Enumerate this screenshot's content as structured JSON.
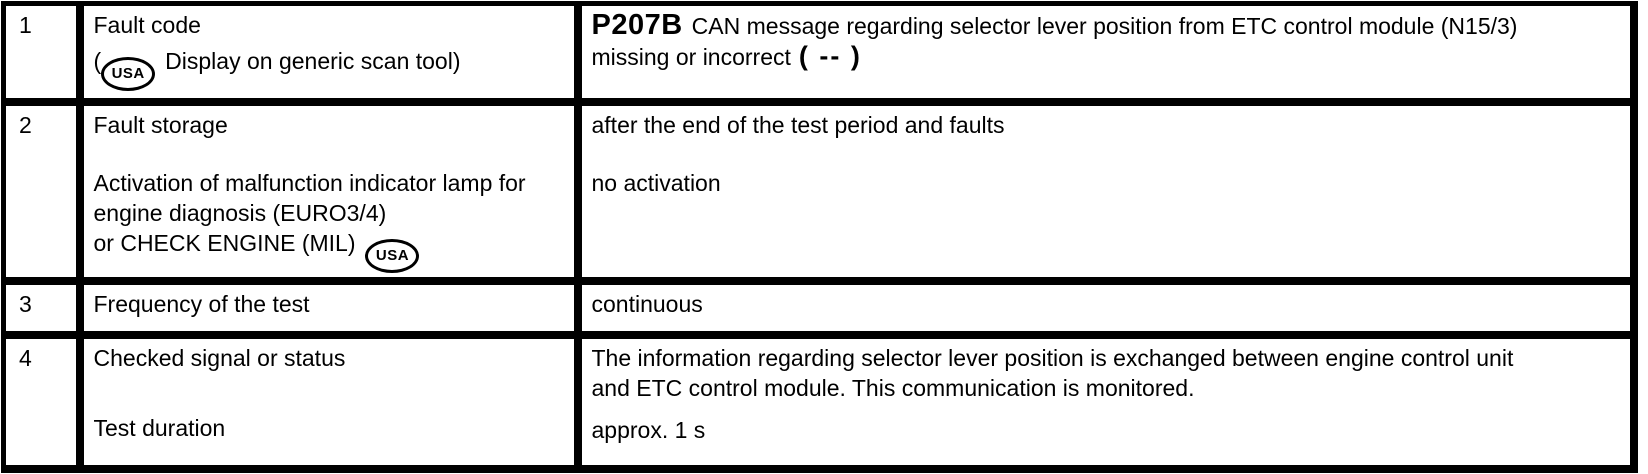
{
  "colors": {
    "border": "#000000",
    "text": "#000000",
    "background": "#ffffff"
  },
  "badge_label": "USA",
  "rows": {
    "r1": {
      "num": "1",
      "label_line1": "Fault code",
      "label_line2_prefix": "(",
      "label_line2_text": "Display on generic scan tool)",
      "value_code": "P207B",
      "value_line1": "CAN message regarding selector lever position from ETC control module (N15/3)",
      "value_line2": "missing or incorrect",
      "value_line2_bold": "( -- )"
    },
    "r2": {
      "num": "2",
      "label_para1": "Fault storage",
      "label_para2_line1": "Activation of malfunction indicator lamp for",
      "label_para2_line2": "engine diagnosis (EURO3/4)",
      "label_para2_line3": "or CHECK ENGINE (MIL)",
      "value_para1": "after the end of the test period and faults",
      "value_para2": "no activation"
    },
    "r3": {
      "num": "3",
      "label": "Frequency of the test",
      "value": "continuous"
    },
    "r4": {
      "num": "4",
      "label_para1": "Checked signal or status",
      "label_para2": "Test duration",
      "value_line1": "The information regarding selector lever position is exchanged between engine control unit",
      "value_line2": "and ETC control module. This communication is monitored.",
      "value_para2": "approx. 1 s"
    }
  }
}
